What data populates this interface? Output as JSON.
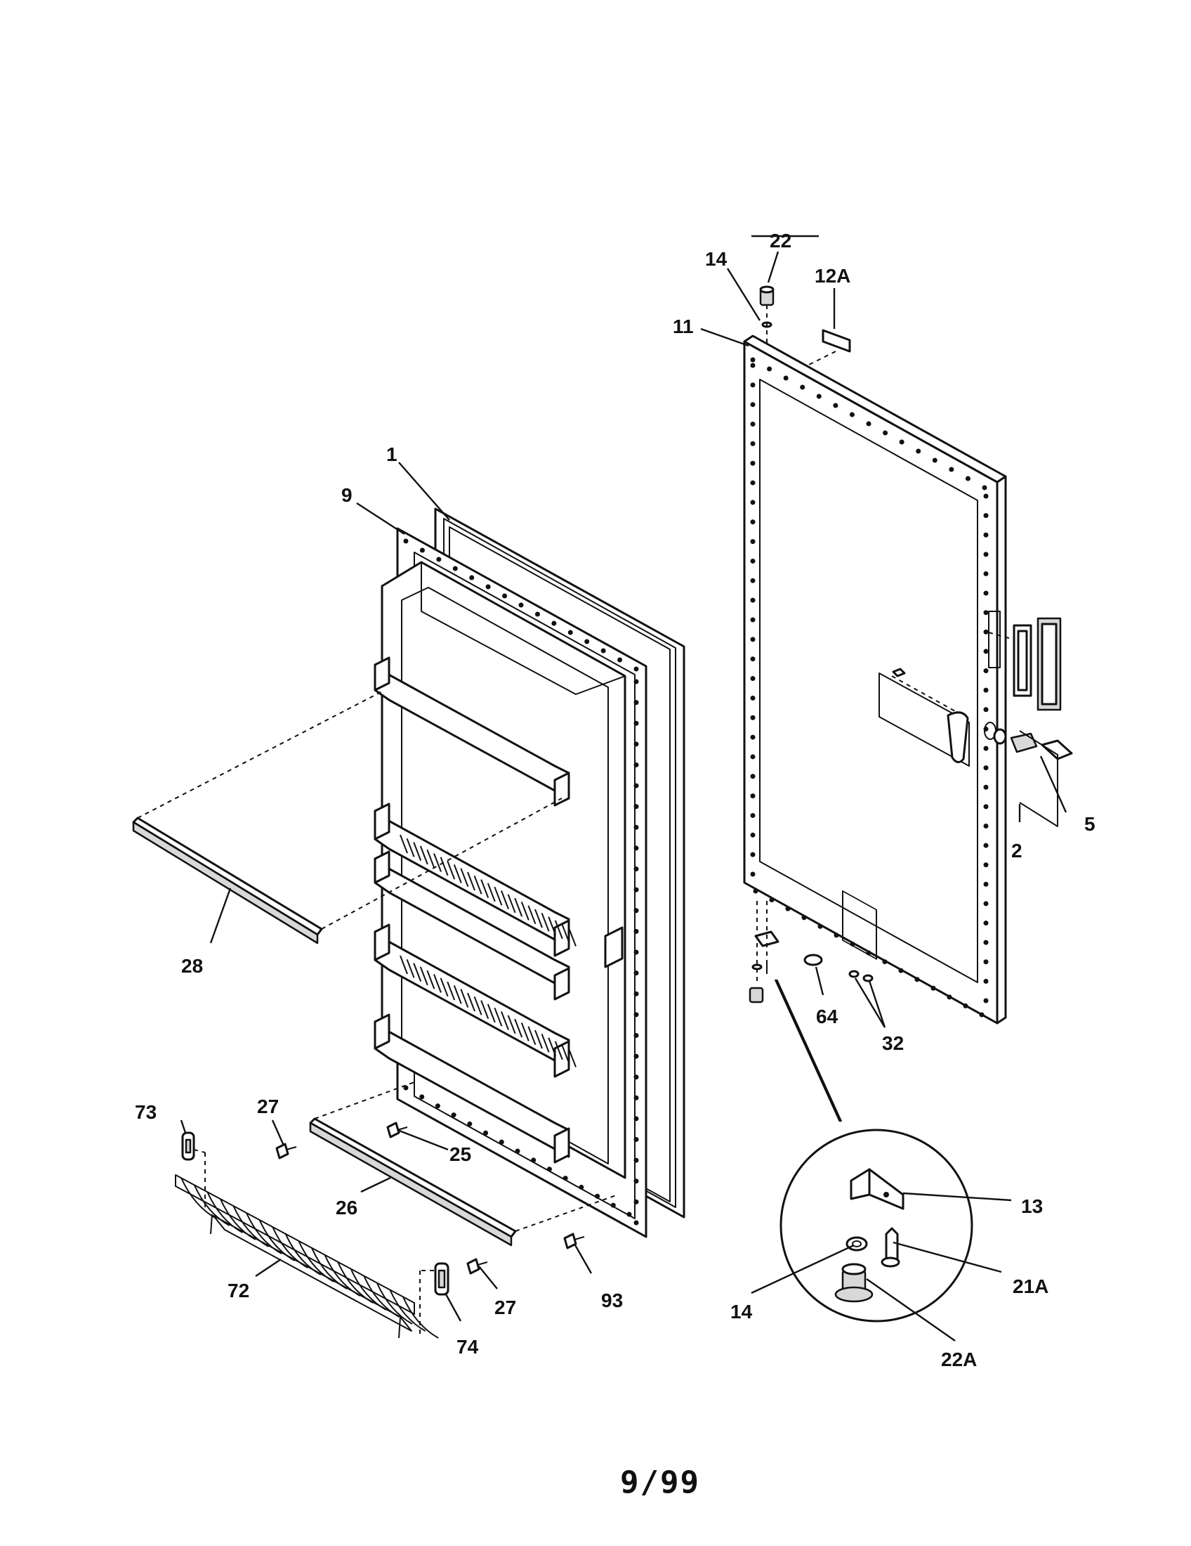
{
  "callouts": {
    "c1": "1",
    "c9": "9",
    "c11": "11",
    "c12a": "12A",
    "c14a": "14",
    "c22": "22",
    "c2": "2",
    "c5": "5",
    "c28": "28",
    "c64": "64",
    "c32": "32",
    "c27a": "27",
    "c73": "73",
    "c25": "25",
    "c26": "26",
    "c72": "72",
    "c27b": "27",
    "c74": "74",
    "c93": "93",
    "c13": "13",
    "c21a": "21A",
    "c14b": "14",
    "c22a": "22A"
  },
  "footer": {
    "page": "9/99"
  }
}
